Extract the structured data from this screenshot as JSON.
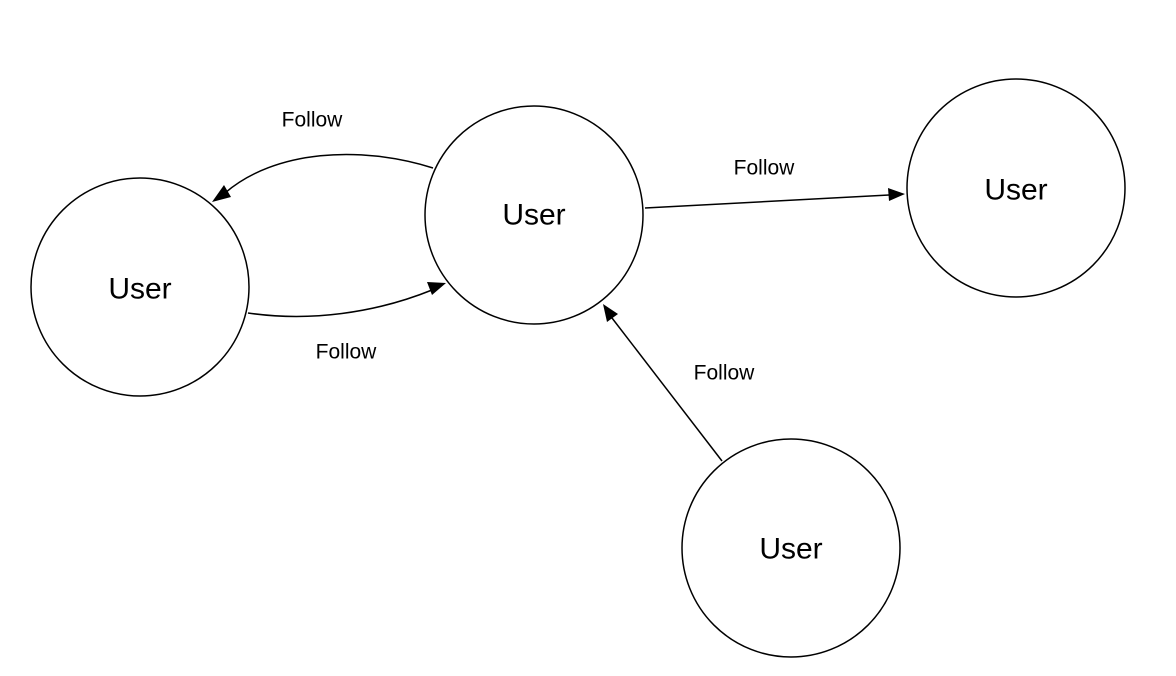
{
  "diagram": {
    "nodes": [
      {
        "id": "center",
        "label": "User"
      },
      {
        "id": "left",
        "label": "User"
      },
      {
        "id": "right",
        "label": "User"
      },
      {
        "id": "bottom",
        "label": "User"
      }
    ],
    "edges": [
      {
        "id": "center-to-left",
        "from": "center",
        "to": "left",
        "label": "Follow"
      },
      {
        "id": "left-to-center",
        "from": "left",
        "to": "center",
        "label": "Follow"
      },
      {
        "id": "center-to-right",
        "from": "center",
        "to": "right",
        "label": "Follow"
      },
      {
        "id": "bottom-to-center",
        "from": "bottom",
        "to": "center",
        "label": "Follow"
      }
    ],
    "colors": {
      "stroke": "#000000",
      "fill": "#ffffff"
    }
  }
}
